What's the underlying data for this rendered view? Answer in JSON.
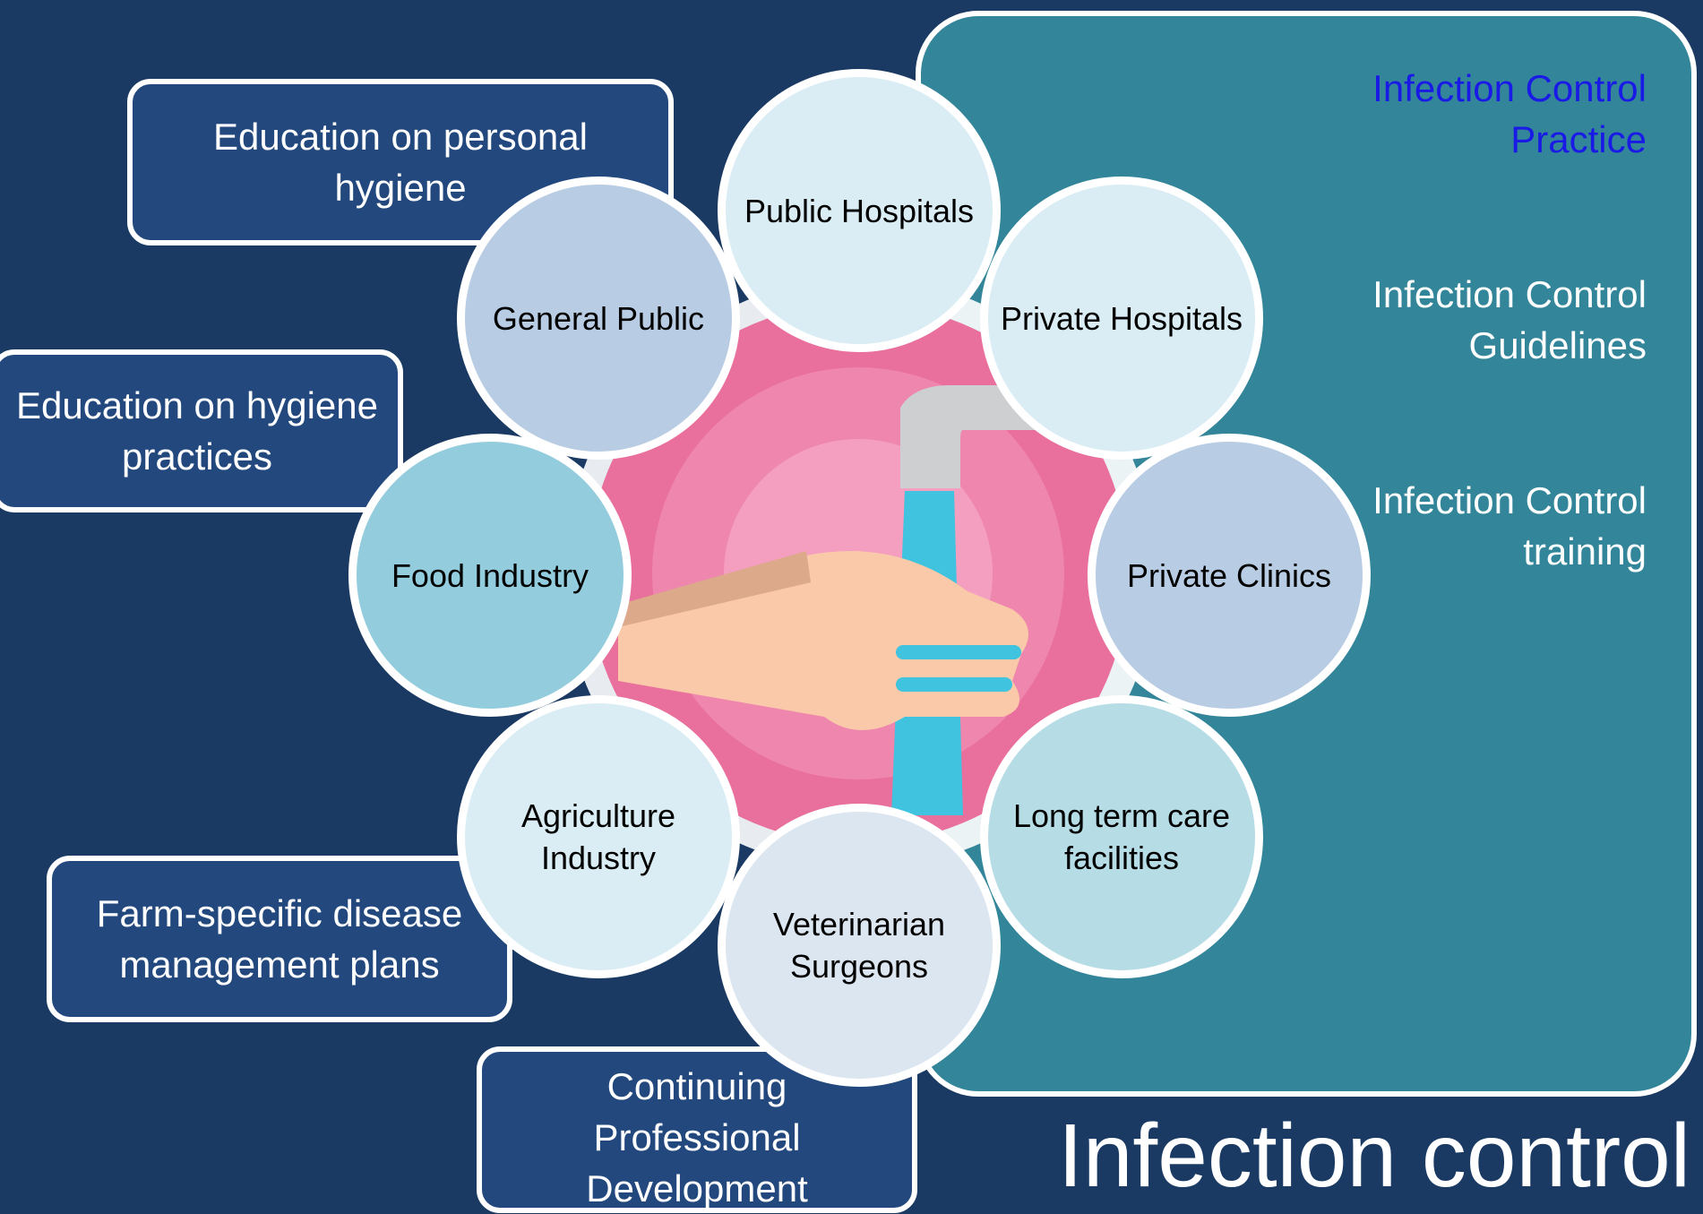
{
  "title": "Infection control",
  "panel_items": [
    "Infection Control Practice",
    "Infection Control Guidelines",
    "Infection Control training"
  ],
  "side_boxes": [
    "Education on personal hygiene",
    "Education on hygiene practices",
    "Farm-specific disease management plans",
    "Continuing Professional Development"
  ],
  "nodes": [
    "Public Hospitals",
    "Private Hospitals",
    "Private Clinics",
    "Long term care facilities",
    "Veterinarian Surgeons",
    "Agriculture Industry",
    "Food Industry",
    "General Public"
  ],
  "colors": {
    "background": "#1a3a63",
    "panel": "#33869a",
    "box": "#22487e",
    "active_text": "#1a1ae6"
  }
}
